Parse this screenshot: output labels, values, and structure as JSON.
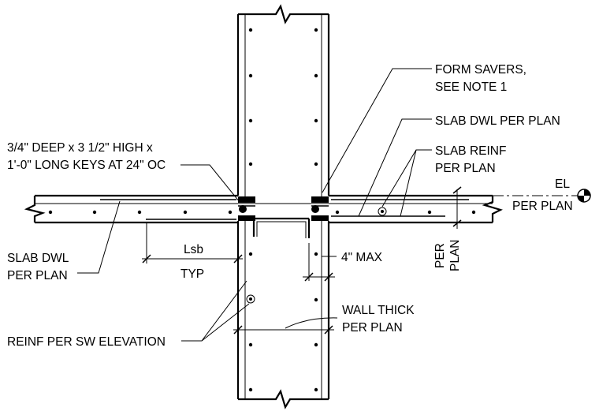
{
  "labels": {
    "form_savers_1": "FORM SAVERS,",
    "form_savers_2": "SEE NOTE 1",
    "slab_dwl_right": "SLAB DWL PER PLAN",
    "slab_reinf_1": "SLAB REINF",
    "slab_reinf_2": "PER PLAN",
    "keys_1": "3/4\" DEEP x 3 1/2\" HIGH x",
    "keys_2": "1'-0\" LONG KEYS AT 24\" OC",
    "el": "EL",
    "el_per_plan": "PER PLAN",
    "slab_dwl_left_1": "SLAB DWL",
    "slab_dwl_left_2": "PER PLAN",
    "lsb": "Lsb",
    "typ": "TYP",
    "max4": "4\" MAX",
    "per_vert_1": "PER",
    "per_vert_2": "PLAN",
    "wall_thick_1": "WALL THICK",
    "wall_thick_2": "PER PLAN",
    "reinf_sw": "REINF PER SW ELEVATION"
  }
}
